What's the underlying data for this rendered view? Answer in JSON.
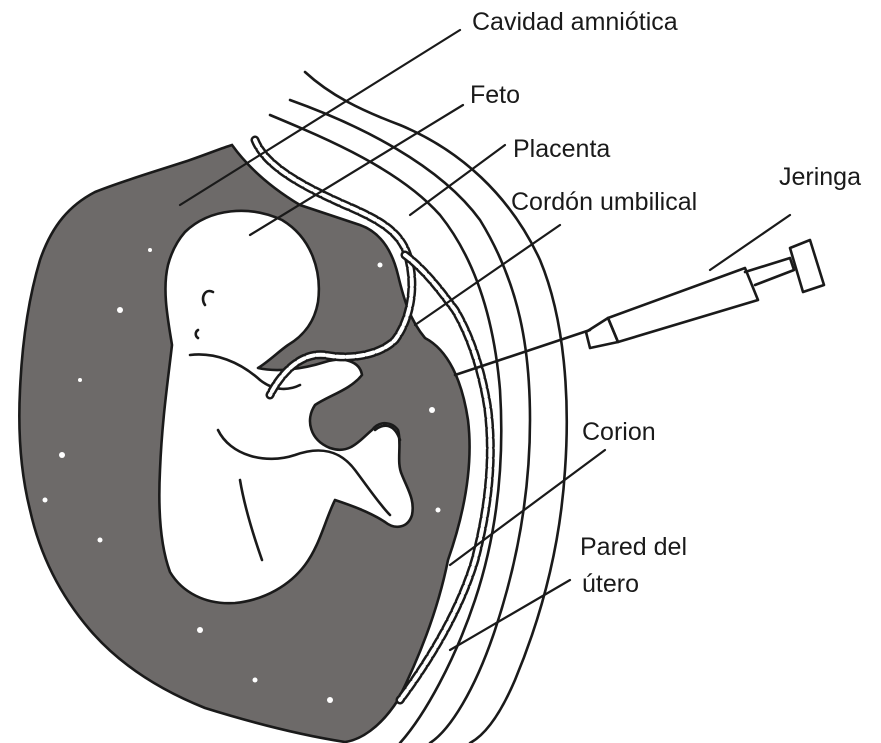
{
  "labels": {
    "amniotic_cavity": "Cavidad amniótica",
    "fetus": "Feto",
    "placenta": "Placenta",
    "umbilical_cord": "Cordón umbilical",
    "syringe": "Jeringa",
    "chorion": "Corion",
    "uterine_wall_line1": "Pared del",
    "uterine_wall_line2": "útero"
  },
  "colors": {
    "amniotic_fluid": "#6d6a69",
    "ink": "#1a1a1a",
    "background": "#ffffff"
  }
}
